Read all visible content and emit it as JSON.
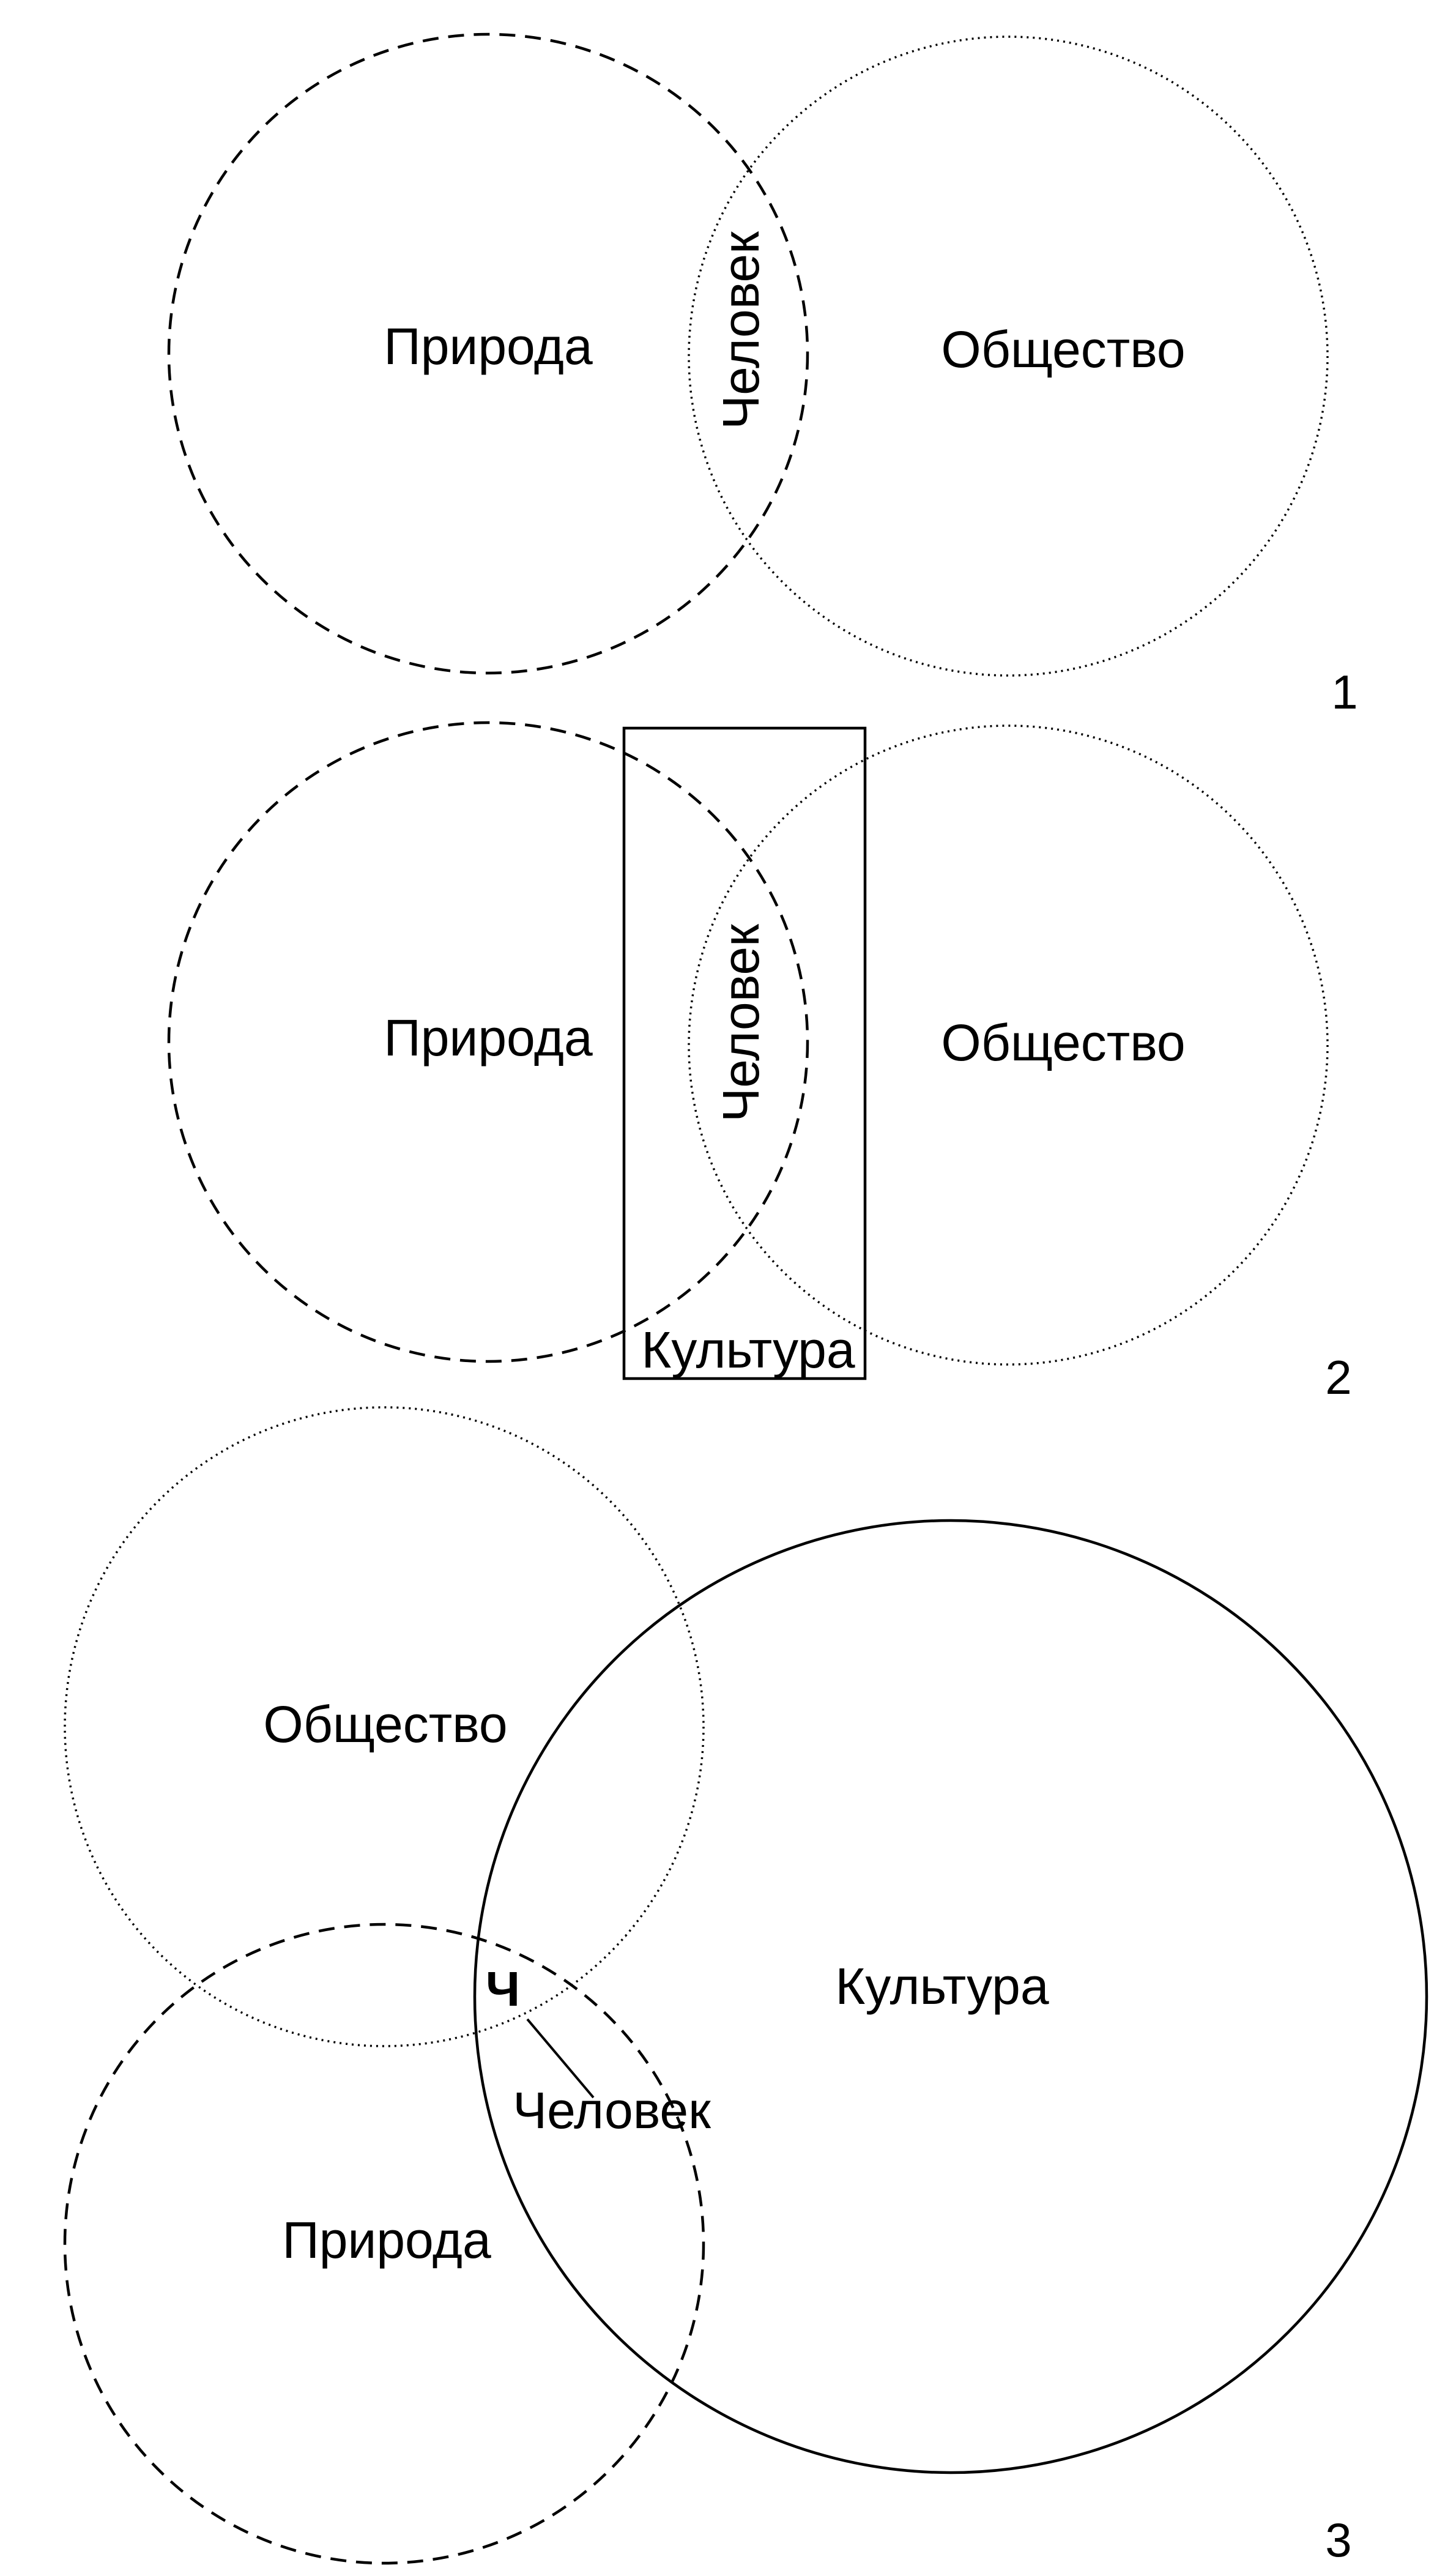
{
  "diagram_1": {
    "nature_label": "Природа",
    "society_label": "Общество",
    "human_label": "Человек",
    "number": "1"
  },
  "diagram_2": {
    "nature_label": "Природа",
    "society_label": "Общество",
    "human_label": "Человек",
    "culture_label": "Культура",
    "number": "2"
  },
  "diagram_3": {
    "society_label": "Общество",
    "culture_label": "Культура",
    "nature_label": "Природа",
    "human_short_label": "Ч",
    "human_label": "Человек",
    "number": "3"
  }
}
